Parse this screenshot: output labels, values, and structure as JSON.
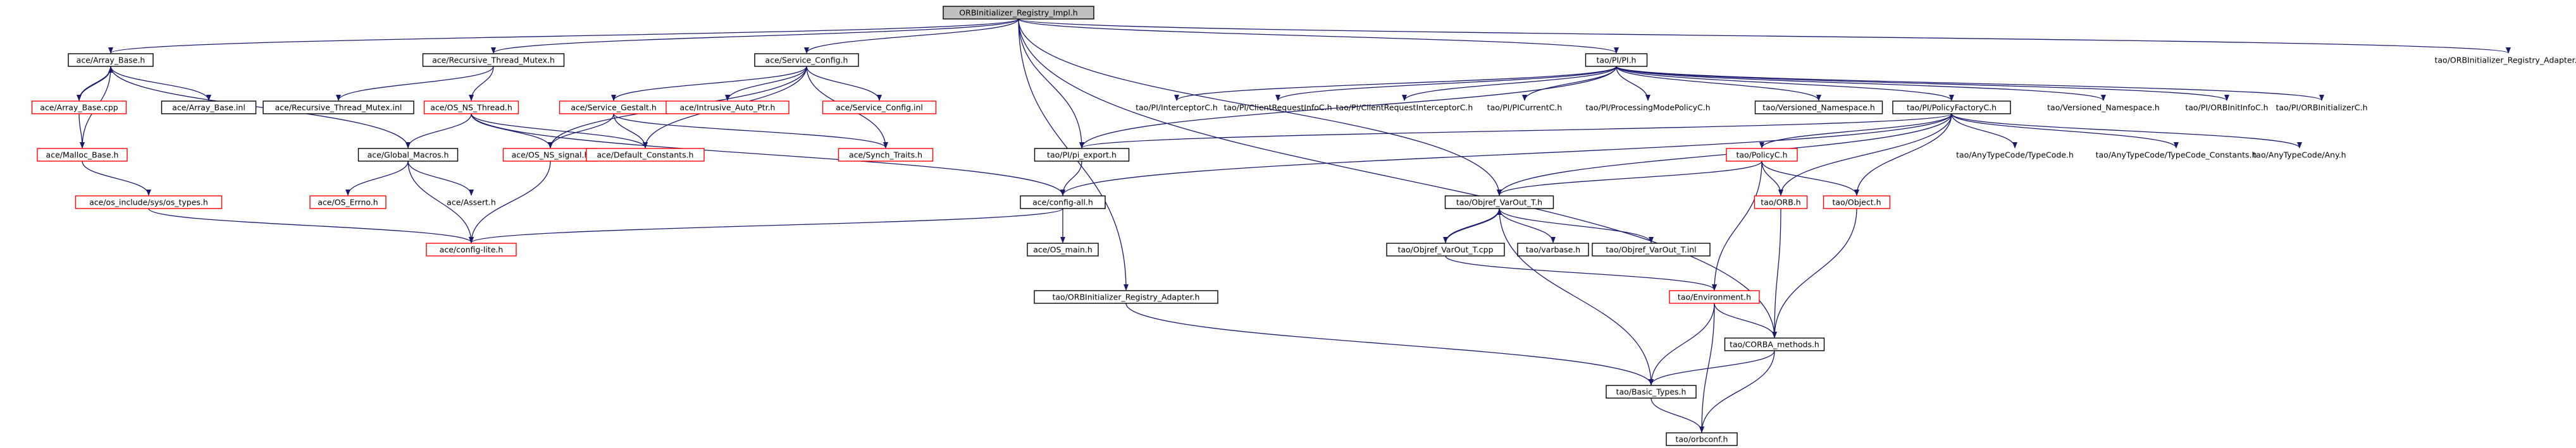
{
  "graph": {
    "colors": {
      "edge": "#191970",
      "border_found": "#000000",
      "border_missing": "#ff0000",
      "root_fill": "#c0c0c0",
      "node_fill": "#ffffff"
    },
    "nodes": {
      "root": "ORBInitializer_Registry_Impl.h",
      "array_base_h": "ace/Array_Base.h",
      "rec_mutex_h": "ace/Recursive_Thread_Mutex.h",
      "service_config_h": "ace/Service_Config.h",
      "pi_h": "tao/PI/PI.h",
      "orbinit_adapter_h_right": "tao/ORBInitializer_Registry_Adapter.h",
      "array_base_cpp": "ace/Array_Base.cpp",
      "array_base_inl": "ace/Array_Base.inl",
      "rec_mutex_inl": "ace/Recursive_Thread_Mutex.inl",
      "os_ns_thread_h": "ace/OS_NS_Thread.h",
      "service_gestalt_h": "ace/Service_Gestalt.h",
      "intrusive_auto_ptr_h": "ace/Intrusive_Auto_Ptr.h",
      "service_config_inl": "ace/Service_Config.inl",
      "interceptor_c_h": "tao/PI/InterceptorC.h",
      "client_request_info_c_h": "tao/PI/ClientRequestInfoC.h",
      "client_request_interceptor_c_h": "tao/PI/ClientRequestInterceptorC.h",
      "pi_current_c_h": "tao/PI/PICurrentC.h",
      "processing_mode_policy_c_h": "tao/PI/ProcessingModePolicyC.h",
      "versioned_namespace_h_a": "tao/Versioned_Namespace.h",
      "policy_factory_c_h": "tao/PI/PolicyFactoryC.h",
      "versioned_namespace_h_b": "tao/Versioned_Namespace.h",
      "orb_init_info_c_h": "tao/PI/ORBInitInfoC.h",
      "orb_initializer_c_h": "tao/PI/ORBInitializerC.h",
      "malloc_base_h": "ace/Malloc_Base.h",
      "global_macros_h": "ace/Global_Macros.h",
      "os_ns_signal_h": "ace/OS_NS_signal.h",
      "default_constants_h": "ace/Default_Constants.h",
      "synch_traits_h": "ace/Synch_Traits.h",
      "pi_export_h": "tao/PI/pi_export.h",
      "policy_c_h": "tao/PolicyC.h",
      "any_type_code_type_code_h": "tao/AnyTypeCode/TypeCode.h",
      "any_type_code_constants_h": "tao/AnyTypeCode/TypeCode_Constants.h",
      "any_type_code_any_h": "tao/AnyTypeCode/Any.h",
      "os_include_sys_types_h": "ace/os_include/sys/os_types.h",
      "os_errno_h": "ace/OS_Errno.h",
      "ace_assert_h": "ace/Assert.h",
      "config_all_h": "ace/config-all.h",
      "objref_varout_t_h": "tao/Objref_VarOut_T.h",
      "orb_h": "tao/ORB.h",
      "object_h": "tao/Object.h",
      "config_lite_h": "ace/config-lite.h",
      "os_main_h": "ace/OS_main.h",
      "objref_varout_t_cpp": "tao/Objref_VarOut_T.cpp",
      "varbase_h": "tao/varbase.h",
      "objref_varout_t_inl": "tao/Objref_VarOut_T.inl",
      "orbinit_adapter_h_mid": "tao/ORBInitializer_Registry_Adapter.h",
      "environment_h": "tao/Environment.h",
      "corba_methods_h": "tao/CORBA_methods.h",
      "basic_types_h": "tao/Basic_Types.h",
      "orbconf_h": "tao/orbconf.h"
    }
  }
}
